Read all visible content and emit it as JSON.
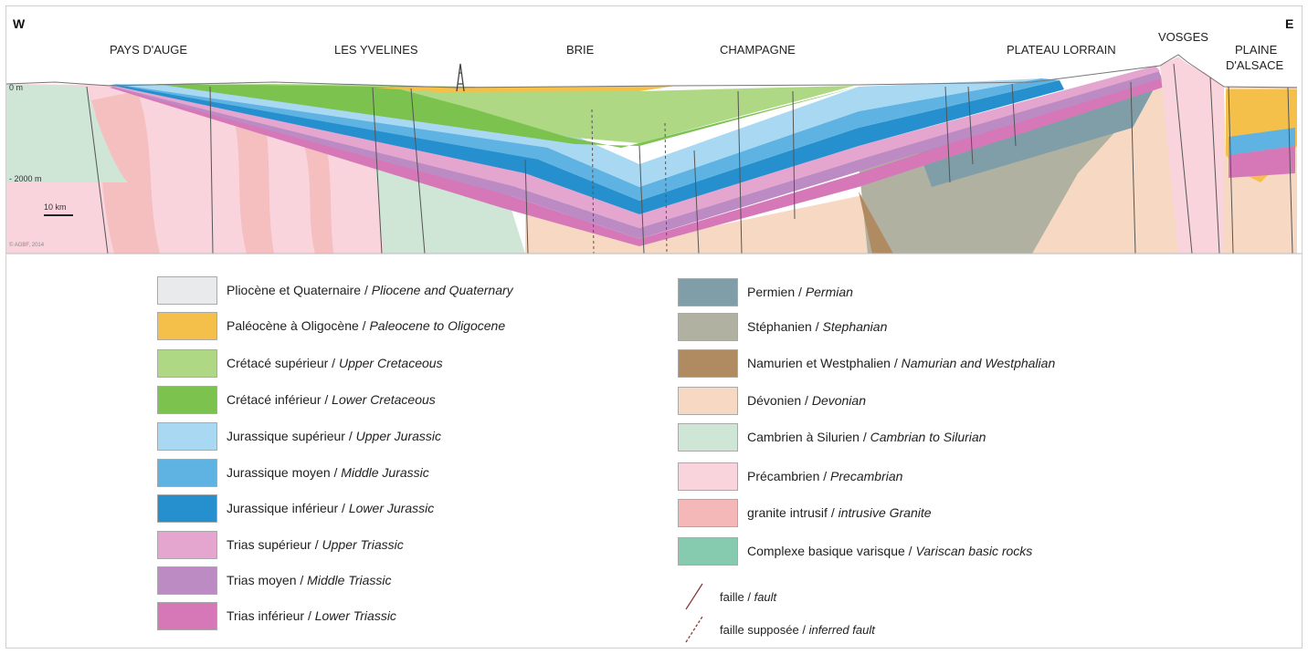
{
  "section": {
    "west": "W",
    "east": "E",
    "regions": [
      "PAYS D'AUGE",
      "LES YVELINES",
      "BRIE",
      "CHAMPAGNE",
      "PLATEAU LORRAIN",
      "VOSGES",
      "PLAINE",
      "D'ALSACE"
    ],
    "depth_zero": "0 m",
    "depth_2000": "- 2000 m",
    "scale": "10 km",
    "copyright": "© AGBF, 2014"
  },
  "legend_left": [
    {
      "fr": "Pliocène et Quaternaire / ",
      "en": "Pliocene and Quaternary",
      "color": "#e8eaec"
    },
    {
      "fr": "Paléocène à Oligocène / ",
      "en": "Paleocene to Oligocene",
      "color": "#f5c04a"
    },
    {
      "fr": "Crétacé supérieur / ",
      "en": "Upper Cretaceous",
      "color": "#aed883"
    },
    {
      "fr": "Crétacé inférieur / ",
      "en": "Lower Cretaceous",
      "color": "#7cc24e"
    },
    {
      "fr": "Jurassique supérieur / ",
      "en": "Upper Jurassic",
      "color": "#a9d8f2"
    },
    {
      "fr": "Jurassique moyen / ",
      "en": "Middle Jurassic",
      "color": "#5fb3e3"
    },
    {
      "fr": "Jurassique inférieur / ",
      "en": "Lower Jurassic",
      "color": "#2690cf"
    },
    {
      "fr": "Trias supérieur / ",
      "en": "Upper Triassic",
      "color": "#e4a5cf"
    },
    {
      "fr": "Trias moyen / ",
      "en": "Middle Triassic",
      "color": "#bd8bc4"
    },
    {
      "fr": "Trias inférieur / ",
      "en": "Lower Triassic",
      "color": "#d678b8"
    }
  ],
  "legend_right": [
    {
      "fr": "Permien / ",
      "en": "Permian",
      "color": "#7f9ea8"
    },
    {
      "fr": "Stéphanien / ",
      "en": "Stephanian",
      "color": "#b0b1a0"
    },
    {
      "fr": "Namurien et Westphalien / ",
      "en": "Namurian and Westphalian",
      "color": "#b08b62"
    },
    {
      "fr": "Dévonien / ",
      "en": "Devonian",
      "color": "#f6d8c3"
    },
    {
      "fr": "Cambrien à Silurien / ",
      "en": "Cambrian to Silurian",
      "color": "#cfe5d6"
    },
    {
      "fr": "Précambrien / ",
      "en": "Precambrian",
      "color": "#f9d4dd"
    },
    {
      "fr": "granite intrusif / ",
      "en": "intrusive Granite",
      "color": "#f4b8b8"
    },
    {
      "fr": "Complexe basique varisque / ",
      "en": "Variscan basic rocks",
      "color": "#86cbb0"
    }
  ],
  "faults": [
    {
      "fr": "faille / ",
      "en": "fault"
    },
    {
      "fr": "faille supposée / ",
      "en": "inferred fault"
    }
  ]
}
